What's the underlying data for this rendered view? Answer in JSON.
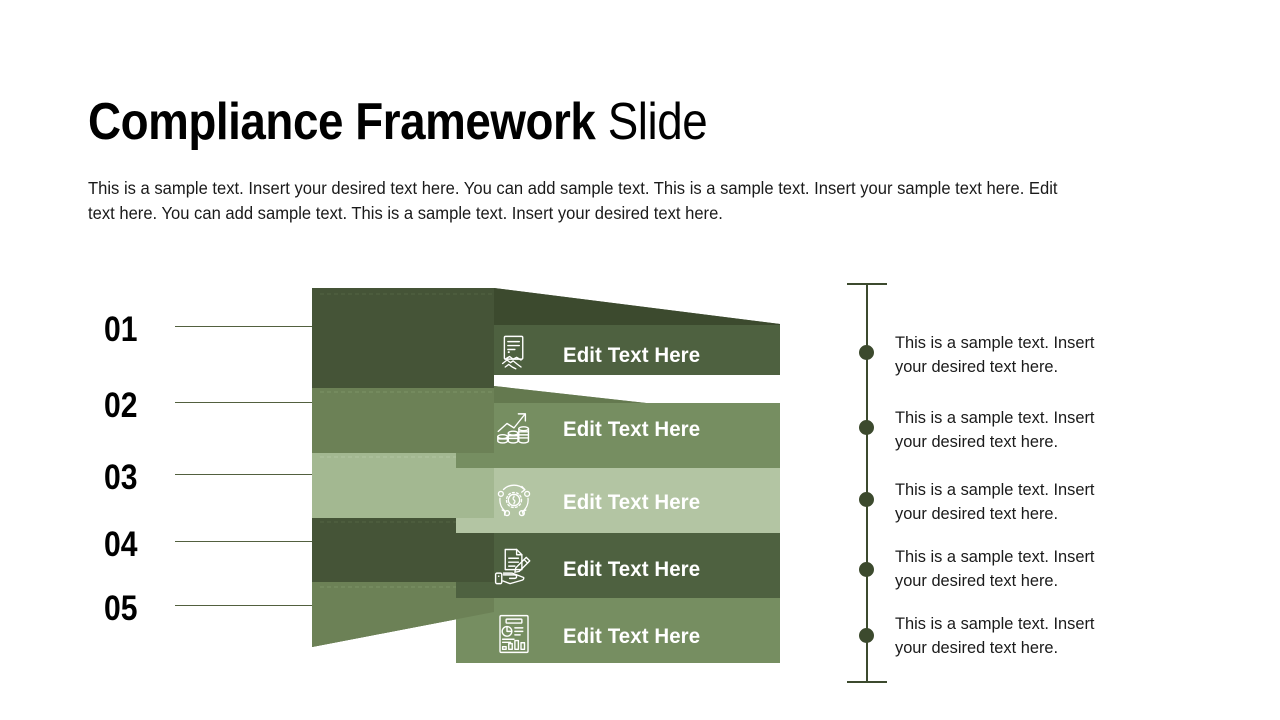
{
  "header": {
    "title_bold": "Compliance Framework",
    "title_light": "Slide",
    "subtitle": "This is a sample text. Insert your desired text here. You can add sample text. This is a sample text. Insert your sample text here. Edit text here. You can add sample text. This is a sample text. Insert your desired text here."
  },
  "colors": {
    "layer_top_dark": "#3c4a2e",
    "layer_front_dark": "#4e6140",
    "layer_top_mid": "#64794f",
    "layer_front_mid": "#768e61",
    "layer_top_light": "#9cb289",
    "layer_front_light": "#b3c5a3",
    "accent_line": "#52603f",
    "timeline": "#3c4a2e",
    "text_dark": "#1a1a1a",
    "label_text": "#ffffff"
  },
  "diagram": {
    "type": "layered-stack",
    "layers": [
      {
        "number": "01",
        "label": "Edit Text Here",
        "icon": "document-handshake-icon",
        "top_color": "#3c4a2e",
        "front_color": "#4e6140"
      },
      {
        "number": "02",
        "label": "Edit Text Here",
        "icon": "growth-coins-chart-icon",
        "top_color": "#64794f",
        "front_color": "#768e61"
      },
      {
        "number": "03",
        "label": "Edit Text Here",
        "icon": "money-cycle-gear-icon",
        "top_color": "#9cb289",
        "front_color": "#b3c5a3"
      },
      {
        "number": "04",
        "label": "Edit Text Here",
        "icon": "hand-document-pen-icon",
        "top_color": "#3c4a2e",
        "front_color": "#4e6140"
      },
      {
        "number": "05",
        "label": "Edit Text Here",
        "icon": "report-analytics-icon",
        "top_color": "#64794f",
        "front_color": "#768e61"
      }
    ]
  },
  "timeline": {
    "items": [
      {
        "text": "This is a sample text. Insert your desired text here."
      },
      {
        "text": "This is a sample text. Insert your desired text here."
      },
      {
        "text": "This is a sample text. Insert your desired text here."
      },
      {
        "text": "This is a sample text. Insert your desired text here."
      },
      {
        "text": "This is a sample text. Insert your desired text here."
      }
    ]
  }
}
